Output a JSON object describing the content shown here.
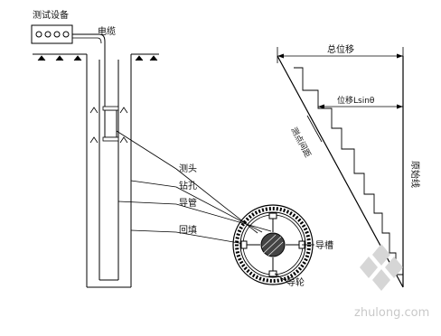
{
  "labels": {
    "device": "测试设备",
    "cable": "电缆",
    "probe": "测头",
    "borehole": "钻孔",
    "guide_pipe": "导管",
    "backfill": "回填",
    "guide_groove": "导槽",
    "guide_wheel": "导轮",
    "total_displacement": "总位移",
    "displacement": "位移Lsinθ",
    "measure_interval": "测点间距",
    "original_line": "原始线"
  },
  "watermark": {
    "text": "zhulong.com"
  },
  "colors": {
    "line": "#000000",
    "watermark": "#c9c9c9"
  }
}
